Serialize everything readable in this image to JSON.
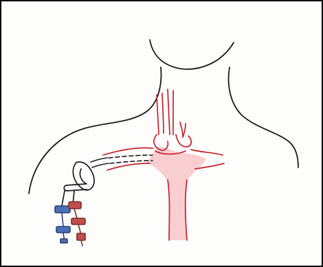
{
  "figure": {
    "frame_color": "#000000",
    "background_color": "#fdfdfc",
    "outline_color": "#1a1a1a",
    "vessel_color": "#c8202a",
    "vessel_fill": "#f7c9cc",
    "hub_blue": "#4a6fb5",
    "hub_red": "#c0504d",
    "icons": [
      "neck-shoulder-outline",
      "great-vessels",
      "tunneled-catheter",
      "catheter-cuff",
      "blue-lumen-hub",
      "red-lumen-hub"
    ]
  }
}
